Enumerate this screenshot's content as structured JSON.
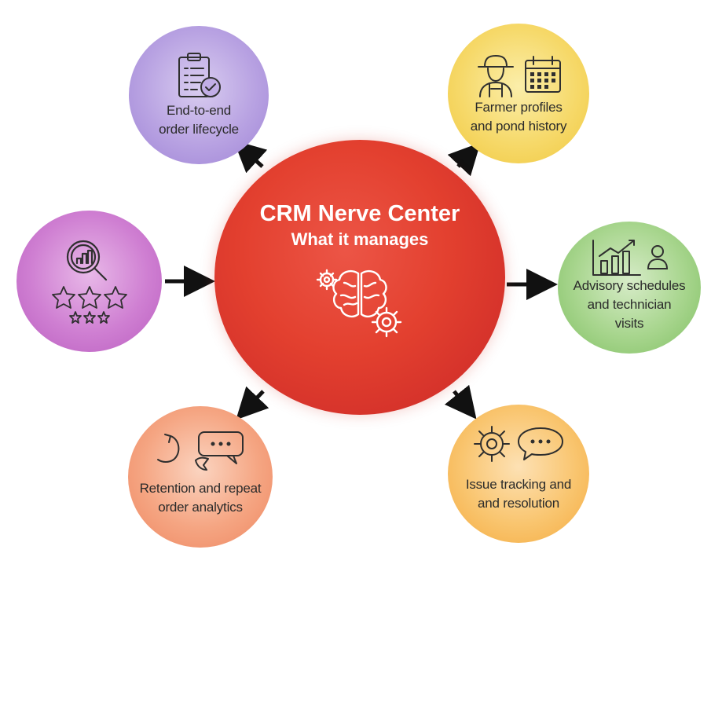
{
  "center": {
    "title": "CRM Nerve Center",
    "subtitle": "What it manages",
    "icon": "brain-gears-icon"
  },
  "nodes": {
    "order_lifecycle": {
      "label": "End-to-end\norder lifecycle",
      "icon": "clipboard-check-icon",
      "color": "#b8a2e2"
    },
    "farmer_profiles": {
      "label": "Farmer profiles\nand pond history",
      "icons": [
        "farmer-icon",
        "calendar-icon"
      ],
      "color": "#f6d96a"
    },
    "analytics_feedback": {
      "label": "",
      "icons": [
        "magnifier-chart-icon",
        "stars-icon"
      ],
      "color": "#cf7fd2"
    },
    "advisory": {
      "label": "Advisory schedules\nand technician\nvisits",
      "icons": [
        "growth-chart-icon",
        "person-icon"
      ],
      "color": "#a7d58d"
    },
    "retention": {
      "label": "Retention and repeat\norder analytics",
      "icons": [
        "refresh-arrow-icon",
        "chat-bubbles-icon"
      ],
      "color": "#f5a582"
    },
    "issue_tracking": {
      "label": "Issue tracking and\nand resolution",
      "icons": [
        "gear-icon",
        "chat-bubble-icon"
      ],
      "color": "#f9c56f"
    }
  },
  "colors": {
    "center": "#e3402f",
    "arrow": "#111111",
    "text": "#2b2b2b"
  }
}
